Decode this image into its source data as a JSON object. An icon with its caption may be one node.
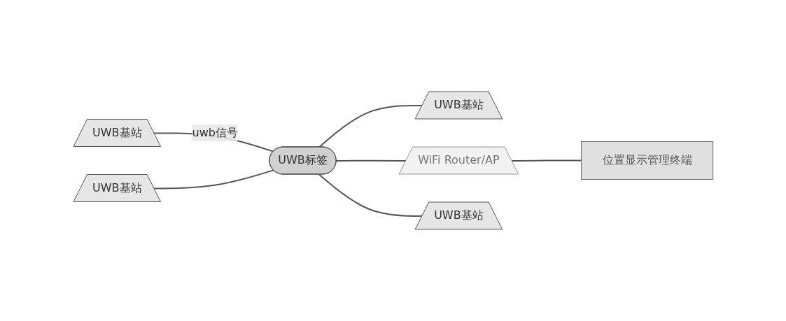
{
  "diagram": {
    "nodes": [
      {
        "text": [
          "UWB基站"
        ]
      },
      {
        "text": [
          "UWB基站"
        ]
      },
      {
        "text": [
          "UWB标签"
        ]
      },
      {
        "text": [
          "WiFi Router/AP"
        ]
      },
      {
        "text": [
          "位置显示管理终端"
        ]
      },
      {
        "text": [
          "UWB基站"
        ]
      },
      {
        "text": [
          "UWB基站"
        ]
      }
    ],
    "edges": [
      {
        "from": 0,
        "to": 2,
        "arrow": "none",
        "label": "uwb信号"
      },
      {
        "from": 2,
        "to": 1,
        "arrow": "none"
      },
      {
        "from": 2,
        "to": 3,
        "arrow": "none"
      },
      {
        "from": 3,
        "to": 4,
        "arrow": "none"
      },
      {
        "from": 5,
        "to": 2,
        "arrow": "none"
      },
      {
        "from": 2,
        "to": 6,
        "arrow": "none"
      }
    ]
  }
}
